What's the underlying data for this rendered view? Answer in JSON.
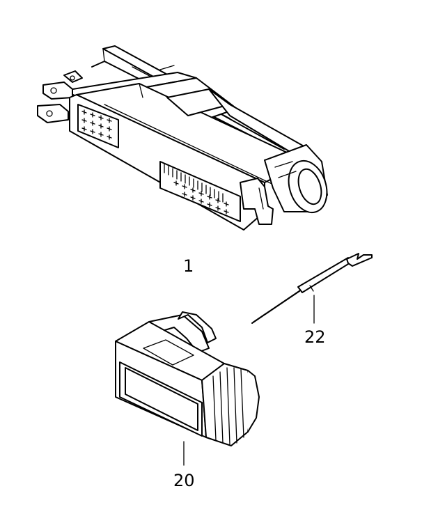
{
  "diagram": {
    "colors": {
      "line": "#000000",
      "background": "#ffffff"
    },
    "parts": [
      {
        "callout": "1"
      },
      {
        "callout": "22"
      },
      {
        "callout": "20"
      }
    ]
  }
}
